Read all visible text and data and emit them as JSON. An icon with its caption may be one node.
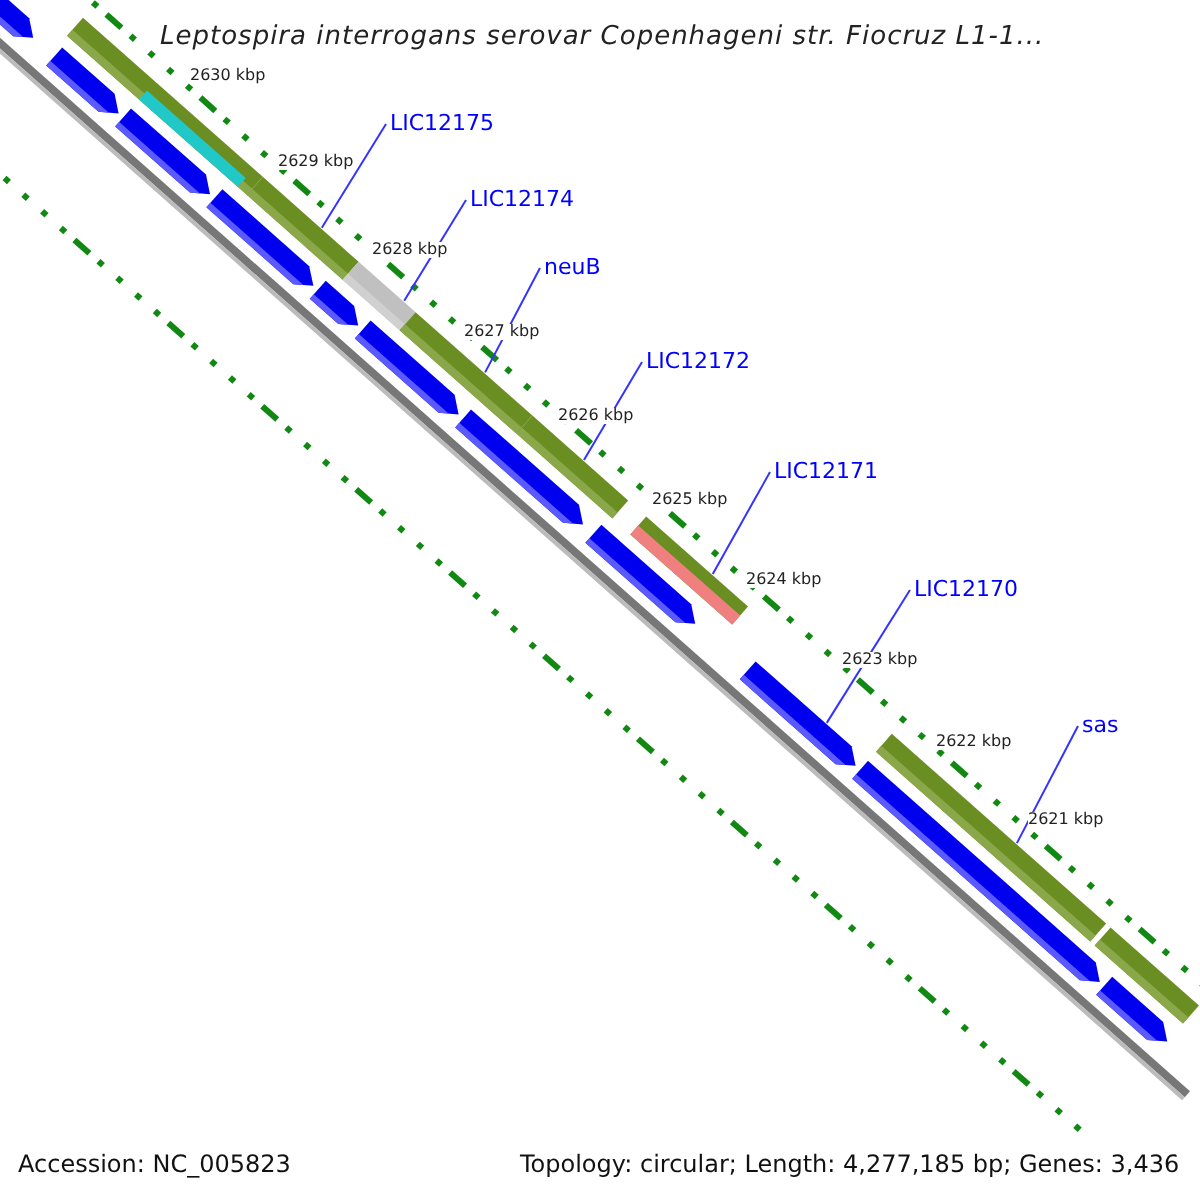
{
  "diagram": {
    "title": "Leptospira interrogans serovar Copenhageni str. Fiocruz L1-1...",
    "nodes": [
      {
        "text": [
          "LIC12175"
        ]
      },
      {
        "text": [
          "LIC12174"
        ]
      },
      {
        "text": [
          "neuB"
        ]
      },
      {
        "text": [
          "LIC12172"
        ]
      },
      {
        "text": [
          "LIC12171"
        ]
      },
      {
        "text": [
          "LIC12170"
        ]
      },
      {
        "text": [
          "sas"
        ]
      },
      {
        "text": [],
        "shape": "bar"
      },
      {
        "text": [],
        "shape": "bar"
      },
      {
        "text": [],
        "shape": "bar"
      },
      {
        "text": [],
        "shape": "bar"
      },
      {
        "text": [],
        "shape": "bar"
      },
      {
        "text": [],
        "shape": "arrow"
      },
      {
        "text": [],
        "shape": "bar"
      },
      {
        "text": [],
        "shape": "bar"
      },
      {
        "text": [],
        "shape": "bar"
      }
    ],
    "edges": [
      {
        "from": 0,
        "to": 7,
        "arrow": "none"
      },
      {
        "from": 1,
        "to": 8,
        "arrow": "none"
      },
      {
        "from": 2,
        "to": 9,
        "arrow": "none"
      },
      {
        "from": 3,
        "to": 10,
        "arrow": "none"
      },
      {
        "from": 4,
        "to": 11,
        "arrow": "none"
      },
      {
        "from": 5,
        "to": 12,
        "arrow": "none"
      },
      {
        "from": 6,
        "to": 13,
        "arrow": "none"
      }
    ],
    "labels": [
      "2630 kbp",
      "2629 kbp",
      "2628 kbp",
      "2627 kbp",
      "2626 kbp",
      "2625 kbp",
      "2624 kbp",
      "2623 kbp",
      "2622 kbp",
      "2621 kbp",
      "Accession: NC_005823",
      "Topology: circular; Length: 4,277,185 bp; Genes: 3,436"
    ]
  }
}
